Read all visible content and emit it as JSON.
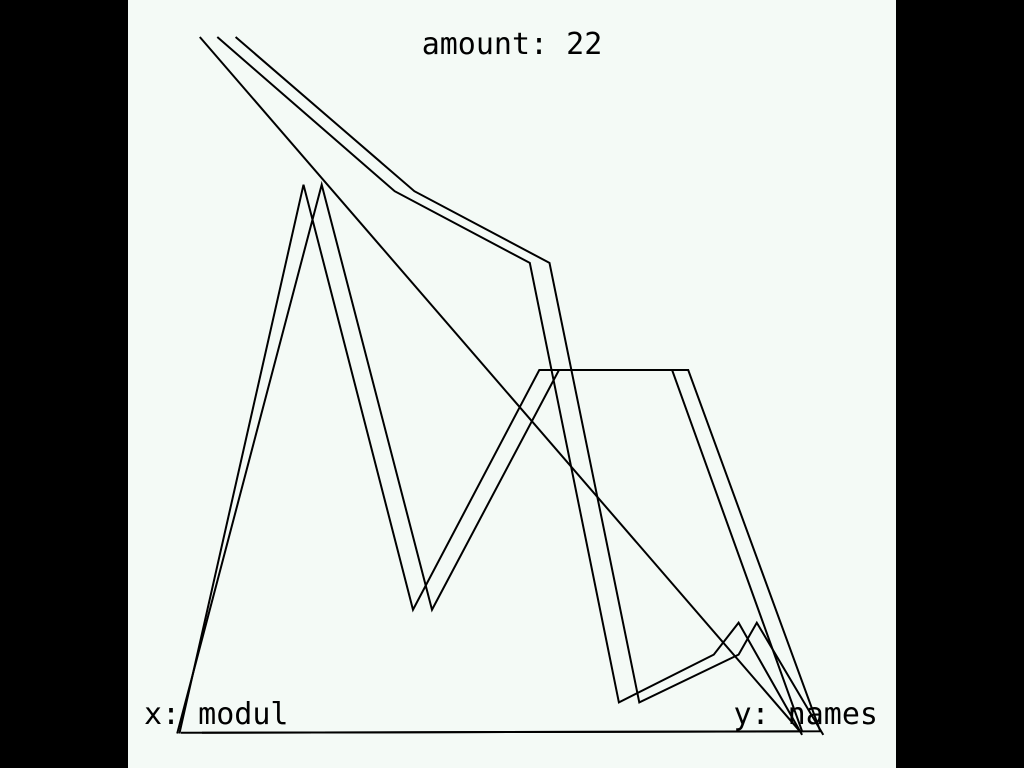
{
  "colors": {
    "outer_background": "#000000",
    "panel_background": "#f4faf6",
    "stroke": "#000000"
  },
  "chart_data": {
    "type": "line",
    "title": "amount: 22",
    "xlabel": "x: modul",
    "ylabel": "y: names",
    "xlim": [
      0,
      100
    ],
    "ylim": [
      0,
      100
    ],
    "grid": false,
    "legend": "none",
    "series": [
      {
        "x": [
          12.0,
          36.5,
          55.0,
          67.3,
          80.9,
          83.4,
          92.5
        ],
        "y": [
          97.1,
          75.8,
          65.9,
          5.2,
          11.8,
          16.2,
          0.7
        ]
      },
      {
        "x": [
          9.5,
          33.8,
          52.3,
          64.5,
          77.5,
          80.9,
          89.6
        ],
        "y": [
          97.1,
          75.8,
          65.9,
          5.2,
          11.8,
          16.2,
          0.7
        ]
      },
      {
        "x": [
          4.0,
          4.0,
          23.8,
          38.9,
          56.3,
          74.0,
          92.1,
          7.4
        ],
        "y": [
          0.9,
          0.9,
          76.7,
          18.0,
          51.1,
          51.1,
          1.2,
          1.0
        ]
      },
      {
        "x": [
          4.3,
          4.3,
          21.3,
          36.3,
          53.6,
          71.8,
          89.6,
          4.5
        ],
        "y": [
          0.9,
          0.9,
          76.7,
          18.0,
          51.1,
          51.1,
          1.2,
          1.0
        ]
      },
      {
        "x": [
          7.1,
          89.3
        ],
        "y": [
          97.1,
          1.2
        ]
      }
    ]
  }
}
